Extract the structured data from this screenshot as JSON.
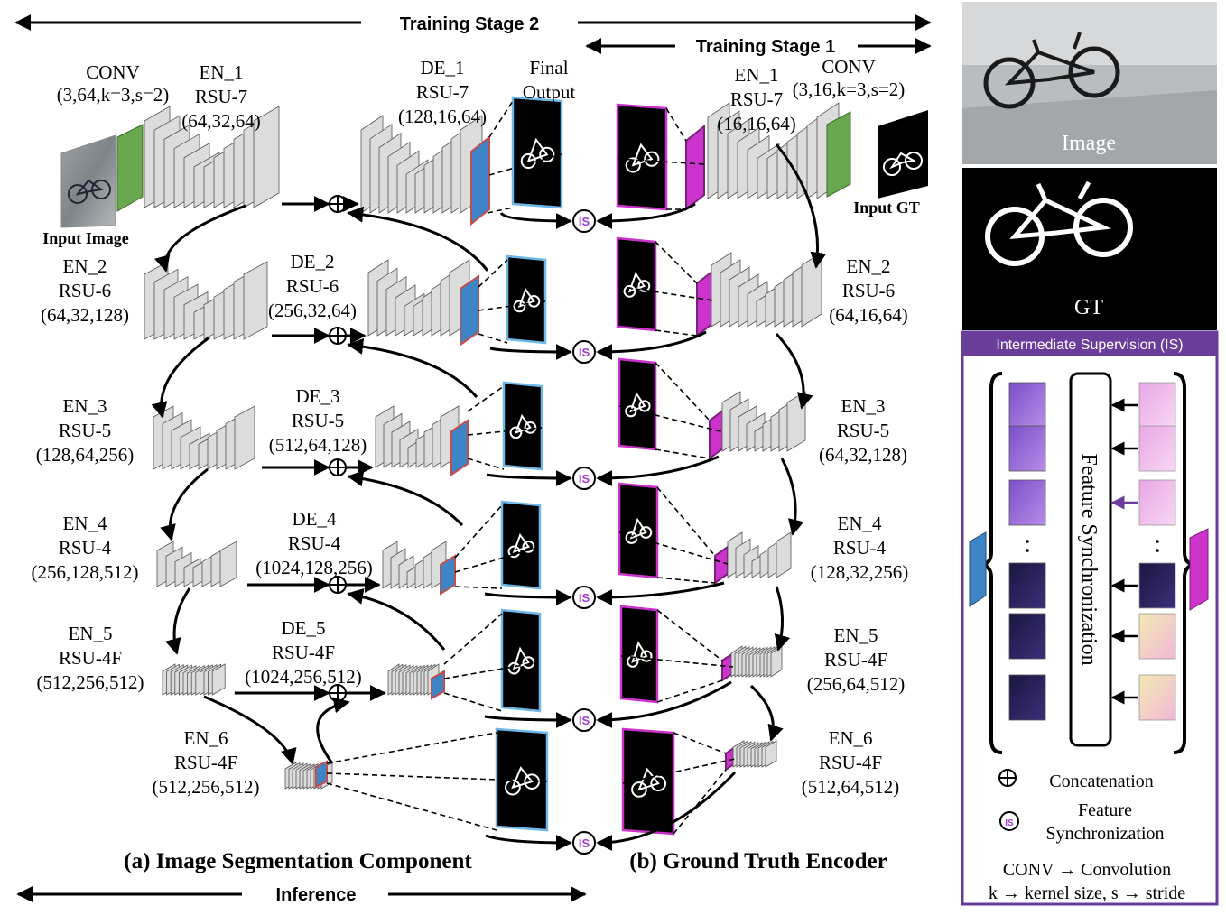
{
  "top": {
    "stage2": "Training Stage 2",
    "stage1": "Training Stage 1",
    "inference": "Inference"
  },
  "captions": {
    "a": "(a) Image Segmentation Component",
    "b": "(b) Ground Truth Encoder"
  },
  "left": {
    "conv": [
      "CONV",
      "(3,64,k=3,s=2)"
    ],
    "input_image": "Input Image",
    "final_output": [
      "Final",
      "Output"
    ],
    "encoders": [
      [
        "EN_1",
        "RSU-7",
        "(64,32,64)"
      ],
      [
        "EN_2",
        "RSU-6",
        "(64,32,128)"
      ],
      [
        "EN_3",
        "RSU-5",
        "(128,64,256)"
      ],
      [
        "EN_4",
        "RSU-4",
        "(256,128,512)"
      ],
      [
        "EN_5",
        "RSU-4F",
        "(512,256,512)"
      ],
      [
        "EN_6",
        "RSU-4F",
        "(512,256,512)"
      ]
    ],
    "decoders": [
      [
        "DE_1",
        "RSU-7",
        "(128,16,64)"
      ],
      [
        "DE_2",
        "RSU-6",
        "(256,32,64)"
      ],
      [
        "DE_3",
        "RSU-5",
        "(512,64,128)"
      ],
      [
        "DE_4",
        "RSU-4",
        "(1024,128,256)"
      ],
      [
        "DE_5",
        "RSU-4F",
        "(1024,256,512)"
      ]
    ]
  },
  "right": {
    "conv": [
      "CONV",
      "(3,16,k=3,s=2)"
    ],
    "input_gt": "Input GT",
    "encoders": [
      [
        "EN_1",
        "RSU-7",
        "(16,16,64)"
      ],
      [
        "EN_2",
        "RSU-6",
        "(64,16,64)"
      ],
      [
        "EN_3",
        "RSU-5",
        "(64,32,128)"
      ],
      [
        "EN_4",
        "RSU-4",
        "(128,32,256)"
      ],
      [
        "EN_5",
        "RSU-4F",
        "(256,64,512)"
      ],
      [
        "EN_6",
        "RSU-4F",
        "(512,64,512)"
      ]
    ]
  },
  "is_symbol": "IS",
  "panel": {
    "image": "Image",
    "gt": "GT",
    "is_header": "Intermediate Supervision (IS)",
    "feature_sync": "Feature Synchronization",
    "legend": {
      "concat": "Concatenation",
      "fs": [
        "Feature",
        "Synchronization"
      ],
      "conv": "CONV → Convolution",
      "ks": "k → kernel size, s → stride"
    }
  },
  "colors": {
    "conv_green": "#6aa84f",
    "decoder_blue": "#3d85c6",
    "gt_magenta": "#cc33cc",
    "block_gray": "#dcdcdc",
    "is_purple": "#6a3d9a",
    "panel_bg": "#000000"
  }
}
